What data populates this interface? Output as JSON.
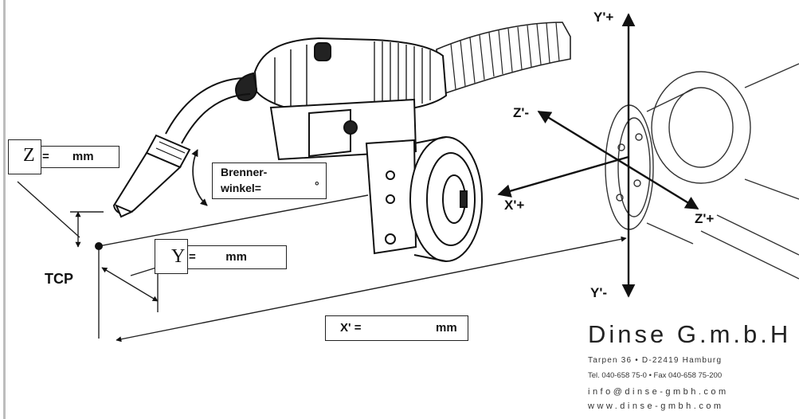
{
  "axes": {
    "y_plus": "Y'+",
    "y_minus": "Y'-",
    "x_plus": "X'+",
    "z_minus": "Z'-",
    "z_plus": "Z'+"
  },
  "labels": {
    "tcp": "TCP",
    "z_letter": "Z",
    "z_field": "=       mm",
    "y_letter": "Y",
    "y_field": "=         mm",
    "x_field_label": "X' =",
    "x_field_unit": "mm",
    "angle_line1": "Brenner-",
    "angle_line2": "winkel=",
    "angle_unit": "°"
  },
  "brand": {
    "name": "Dinse G.m.b.H",
    "address": "Tarpen 36 • D-22419 Hamburg",
    "phone": "Tel. 040-658 75-0 • Fax 040-658 75-200",
    "email": "info@dinse-gmbh.com",
    "web": "www.dinse-gmbh.com"
  },
  "colors": {
    "ink": "#1a1a1a",
    "rule": "#bdbdbd"
  }
}
